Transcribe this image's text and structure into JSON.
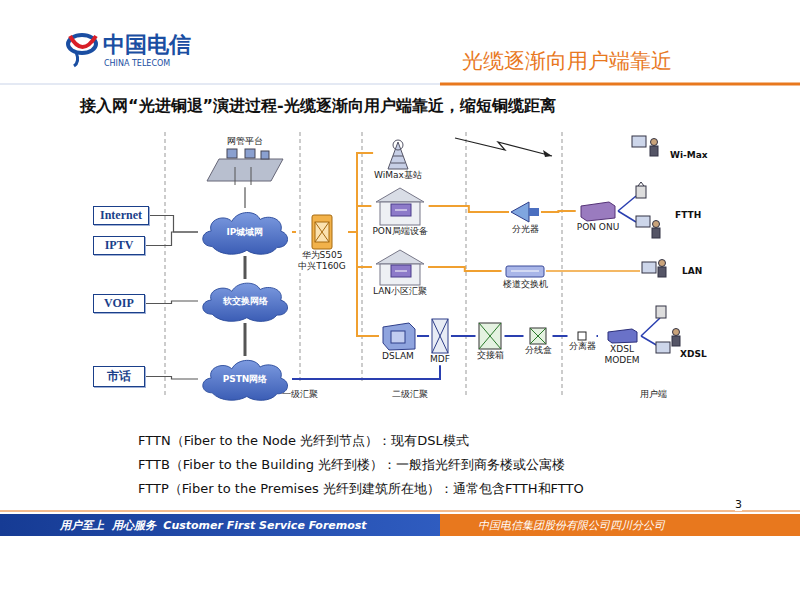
{
  "diagram": {
    "title": "接入网“光进铜退”演进过程-光缆逐渐向用户端靠近，缩短铜缆距离",
    "nodes": [
      {
        "text": [
          "网管平台"
        ]
      },
      {
        "text": [
          "Internet"
        ]
      },
      {
        "text": [
          "IPTV"
        ]
      },
      {
        "text": [
          "IP城域网"
        ]
      },
      {
        "text": [
          "VOIP"
        ]
      },
      {
        "text": [
          "软交换网络"
        ]
      },
      {
        "text": [
          "市话"
        ]
      },
      {
        "text": [
          "PSTN网络"
        ]
      },
      {
        "text": [
          "华为S505 中兴T160G"
        ]
      },
      {
        "text": [
          "WiMax基站"
        ]
      },
      {
        "text": [
          "PON局端设备"
        ]
      },
      {
        "text": [
          "LAN小区汇聚"
        ]
      },
      {
        "text": [
          "DSLAM"
        ]
      },
      {
        "text": [
          "MDF"
        ]
      },
      {
        "text": [
          "分光器"
        ]
      },
      {
        "text": [
          "PON ONU"
        ]
      },
      {
        "text": [
          "楼道交换机"
        ]
      },
      {
        "text": [
          "交接箱"
        ]
      },
      {
        "text": [
          "分线盒"
        ]
      },
      {
        "text": [
          "分离器"
        ]
      },
      {
        "text": [
          "XDSL MODEM"
        ]
      }
    ],
    "edges": [
      {
        "from": 1,
        "to": 3,
        "arrow": "none"
      },
      {
        "from": 2,
        "to": 3,
        "arrow": "none"
      },
      {
        "from": 4,
        "to": 5,
        "arrow": "none"
      },
      {
        "from": 6,
        "to": 7,
        "arrow": "none"
      },
      {
        "from": 0,
        "to": 3,
        "arrow": "none"
      },
      {
        "from": 3,
        "to": 5,
        "arrow": "none"
      },
      {
        "from": 5,
        "to": 7,
        "arrow": "none"
      },
      {
        "from": 3,
        "to": 8,
        "arrow": "none"
      },
      {
        "from": 8,
        "to": 9,
        "arrow": "none"
      },
      {
        "from": 8,
        "to": 10,
        "arrow": "none"
      },
      {
        "from": 8,
        "to": 11,
        "arrow": "none"
      },
      {
        "from": 8,
        "to": 12,
        "arrow": "none"
      },
      {
        "from": 10,
        "to": 14,
        "arrow": "none"
      },
      {
        "from": 14,
        "to": 15,
        "arrow": "none"
      },
      {
        "from": 11,
        "to": 16,
        "arrow": "none"
      },
      {
        "from": 12,
        "to": 13,
        "arrow": "none"
      },
      {
        "from": 7,
        "to": 13,
        "arrow": "none"
      },
      {
        "from": 13,
        "to": 17,
        "arrow": "none"
      },
      {
        "from": 17,
        "to": 18,
        "arrow": "none"
      },
      {
        "from": 18,
        "to": 19,
        "arrow": "none"
      },
      {
        "from": 19,
        "to": 20,
        "arrow": "none"
      }
    ],
    "labels": [
      "中国电信",
      "CHINA TELECOM",
      "光缆逐渐向用户端靠近",
      "FTTN（Fiber to the Node 光纤到节点）：现有DSL模式",
      "FTTB（Fiber to the Building 光纤到楼）：一般指光纤到商务楼或公寓楼",
      "FTTP（Fiber to the Premises 光纤到建筑所在地）：通常包含FTTH和FTTO",
      "一级汇聚",
      "二级汇聚",
      "用户端",
      "Wi-Max",
      "FTTH",
      "LAN",
      "XDSL",
      "3",
      "用户至上  用心服务  Customer First Service Foremost",
      "中国电信集团股份有限公司四川分公司"
    ]
  }
}
